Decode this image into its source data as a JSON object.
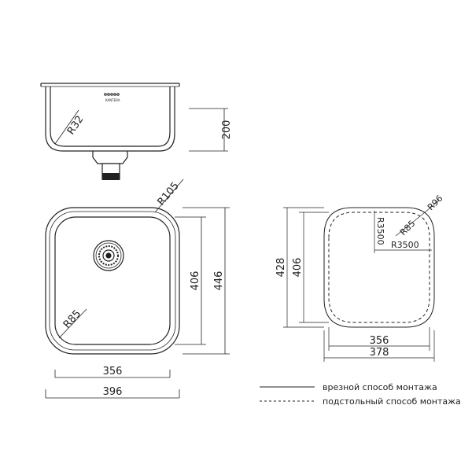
{
  "side_view": {
    "height": "200",
    "corner_radius": "R32",
    "brand": "KANTERA"
  },
  "top_view": {
    "outer_corner_radius": "R105",
    "inner_corner_radius": "R85",
    "inner_height": "406",
    "outer_height": "446",
    "inner_width": "356",
    "outer_width": "396"
  },
  "cutout_view": {
    "corner_radius_outer": "R96",
    "corner_radius_inner": "R85",
    "arc_radius_vertical": "R3500",
    "arc_radius_horizontal": "R3500",
    "outer_height": "428",
    "inner_height": "406",
    "inner_width": "356",
    "outer_width": "378"
  },
  "legend": {
    "solid_label": "врезной способ монтажа",
    "dashed_label": "подстольный способ монтажа"
  }
}
